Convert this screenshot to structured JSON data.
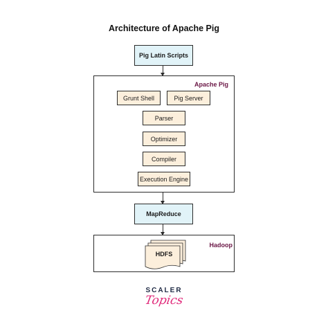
{
  "diagram": {
    "title": "Architecture of Apache Pig",
    "input": "Pig Latin Scripts",
    "apache_pig": {
      "label": "Apache Pig",
      "clients": [
        "Grunt Shell",
        "Pig Server"
      ],
      "components": [
        "Parser",
        "Optimizer",
        "Compiler",
        "Execution Engine"
      ]
    },
    "mapreduce": "MapReduce",
    "hadoop": {
      "label": "Hadoop",
      "storage": "HDFS"
    }
  },
  "branding": {
    "line1": "SCALER",
    "line2": "Topics"
  },
  "colors": {
    "blue_fill": "#e1f3f8",
    "cream_fill": "#fcefdc",
    "label_color": "#6b1746",
    "logo_accent": "#e0297a"
  }
}
